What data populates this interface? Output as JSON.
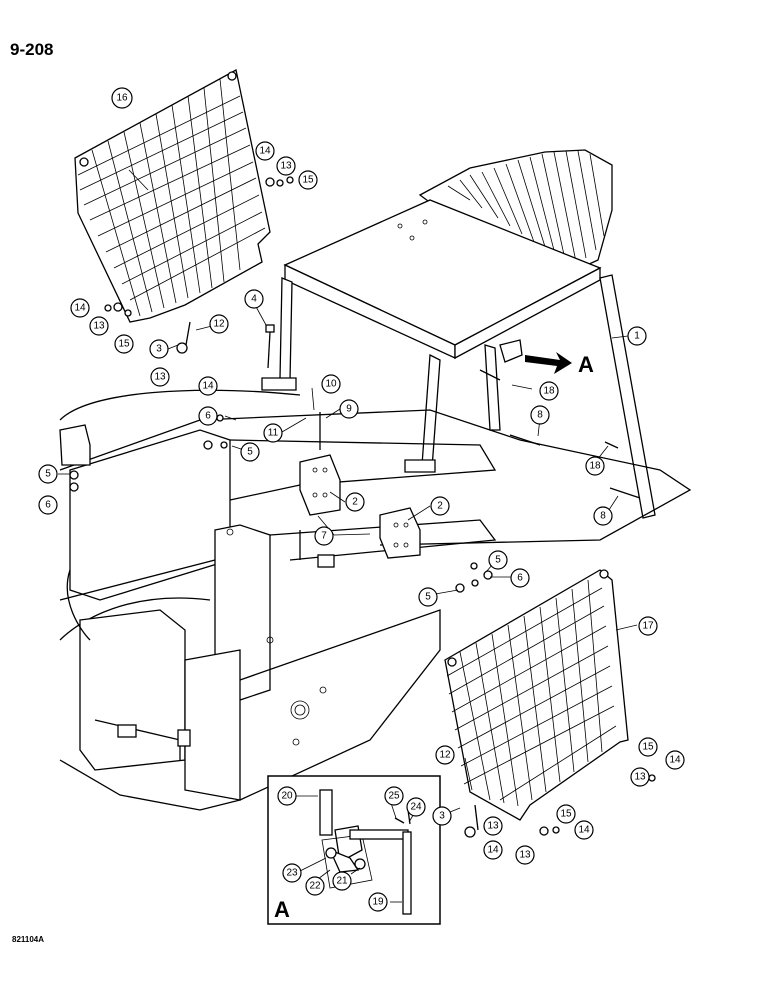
{
  "page_id": "9-208",
  "ref_code": "821104A",
  "view_arrow_label": "A",
  "detail_label": "A",
  "callouts": [
    "1",
    "2",
    "2",
    "3",
    "3",
    "4",
    "5",
    "5",
    "5",
    "5",
    "6",
    "6",
    "6",
    "7",
    "8",
    "8",
    "9",
    "10",
    "11",
    "12",
    "12",
    "13",
    "13",
    "13",
    "13",
    "13",
    "13",
    "14",
    "14",
    "14",
    "14",
    "14",
    "14",
    "15",
    "15",
    "15",
    "15",
    "16",
    "17",
    "18",
    "18",
    "19",
    "20",
    "21",
    "22",
    "23",
    "24",
    "25"
  ]
}
